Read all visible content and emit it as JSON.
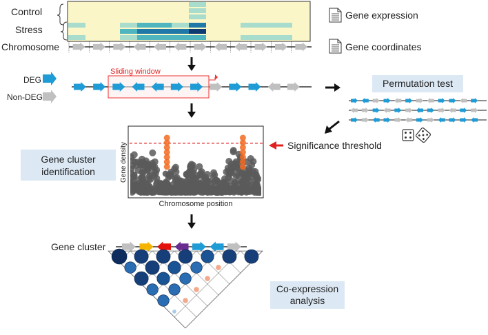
{
  "labels": {
    "control": "Control",
    "stress": "Stress",
    "chromosome": "Chromosome",
    "gene_expression": "Gene expression",
    "gene_coordinates": "Gene coordinates",
    "deg": "DEG",
    "non_deg": "Non-DEG",
    "sliding_window": "Sliding window",
    "permutation_test": "Permutation test",
    "significance_threshold": "Significance threshold",
    "gene_cluster_identification_line1": "Gene cluster",
    "gene_cluster_identification_line2": "identification",
    "gene_density": "Gene density",
    "chromosome_position": "Chromosome position",
    "gene_cluster": "Gene cluster",
    "coexpression_line1": "Co-expression",
    "coexpression_line2": "analysis"
  },
  "colors": {
    "deg_blue": "#1f9bd6",
    "non_deg_gray": "#c0c0c0",
    "threshold_red": "#e02020",
    "peak_orange": "#f26a21",
    "density_gray": "#5a5a5a",
    "heatmap_bg": "#fbf6c8",
    "label_box": "#dce9f5",
    "cluster_yellow": "#f4b400",
    "cluster_red": "#e3120b",
    "cluster_purple": "#6a2c91",
    "navy": "#0e2d5e"
  },
  "heatmap": {
    "columns": 14,
    "control_rows": [
      [
        0,
        0,
        0,
        0,
        0,
        0,
        0,
        1,
        0,
        0,
        0,
        0,
        0,
        0
      ],
      [
        0,
        0,
        0,
        0,
        0,
        0,
        0,
        1,
        0,
        0,
        0,
        0,
        0,
        0
      ],
      [
        0,
        0,
        0,
        0,
        0,
        0,
        0,
        1,
        0,
        0,
        0,
        0,
        0,
        0
      ]
    ],
    "stress_rows": [
      [
        1,
        0,
        0,
        1,
        2,
        2,
        1,
        3,
        0,
        0,
        1,
        1,
        1,
        0
      ],
      [
        0,
        0,
        0,
        2,
        3,
        3,
        3,
        4,
        0,
        0,
        0,
        0,
        0,
        0
      ],
      [
        1,
        0,
        0,
        1,
        2,
        2,
        2,
        2,
        0,
        0,
        1,
        1,
        1,
        0
      ]
    ]
  },
  "chromosome_genes": [
    "r",
    "r",
    "r",
    "l",
    "l",
    "l",
    "r",
    "l",
    "l",
    "r",
    "r",
    "r"
  ],
  "deg_track": {
    "genes": [
      {
        "dir": "r",
        "deg": true
      },
      {
        "dir": "r",
        "deg": true
      },
      {
        "dir": "r",
        "deg": true
      },
      {
        "dir": "l",
        "deg": true
      },
      {
        "dir": "l",
        "deg": true
      },
      {
        "dir": "r",
        "deg": true
      },
      {
        "dir": "r",
        "deg": true
      },
      {
        "dir": "r",
        "deg": false
      },
      {
        "dir": "r",
        "deg": true
      },
      {
        "dir": "r",
        "deg": true
      },
      {
        "dir": "l",
        "deg": false
      },
      {
        "dir": "r",
        "deg": false
      }
    ]
  },
  "permutation_tracks": [
    [
      "b",
      "b",
      "g",
      "b",
      "g",
      "b",
      "g",
      "g",
      "b",
      "b",
      "g",
      "b"
    ],
    [
      "g",
      "g",
      "b",
      "g",
      "b",
      "g",
      "b",
      "b",
      "g",
      "g",
      "b",
      "g"
    ],
    [
      "b",
      "g",
      "b",
      "b",
      "g",
      "g",
      "b",
      "g",
      "b",
      "b",
      "b",
      "b"
    ]
  ],
  "density_plot": {
    "threshold_fraction": 0.78,
    "peaks": [
      0.28,
      0.86
    ]
  },
  "gene_cluster": {
    "arrows": [
      {
        "dir": "r",
        "color": "non_deg_gray"
      },
      {
        "dir": "r",
        "color": "cluster_yellow"
      },
      {
        "dir": "l",
        "color": "cluster_red"
      },
      {
        "dir": "l",
        "color": "cluster_purple"
      },
      {
        "dir": "r",
        "color": "deg_blue"
      },
      {
        "dir": "l",
        "color": "deg_blue"
      },
      {
        "dir": "r",
        "color": "non_deg_gray"
      }
    ]
  },
  "coexpression_matrix": {
    "size": 7,
    "values": [
      [
        1.0,
        0.9,
        0.9,
        0.9,
        0.8,
        0.9,
        0.9
      ],
      [
        0.7,
        0.9,
        0.8,
        0.7,
        0.2
      ],
      [
        0.9,
        0.8,
        0.7,
        0.2
      ],
      [
        0.7,
        0.7,
        0.2
      ],
      [
        0.7,
        0.2
      ],
      [
        0.1
      ]
    ]
  }
}
